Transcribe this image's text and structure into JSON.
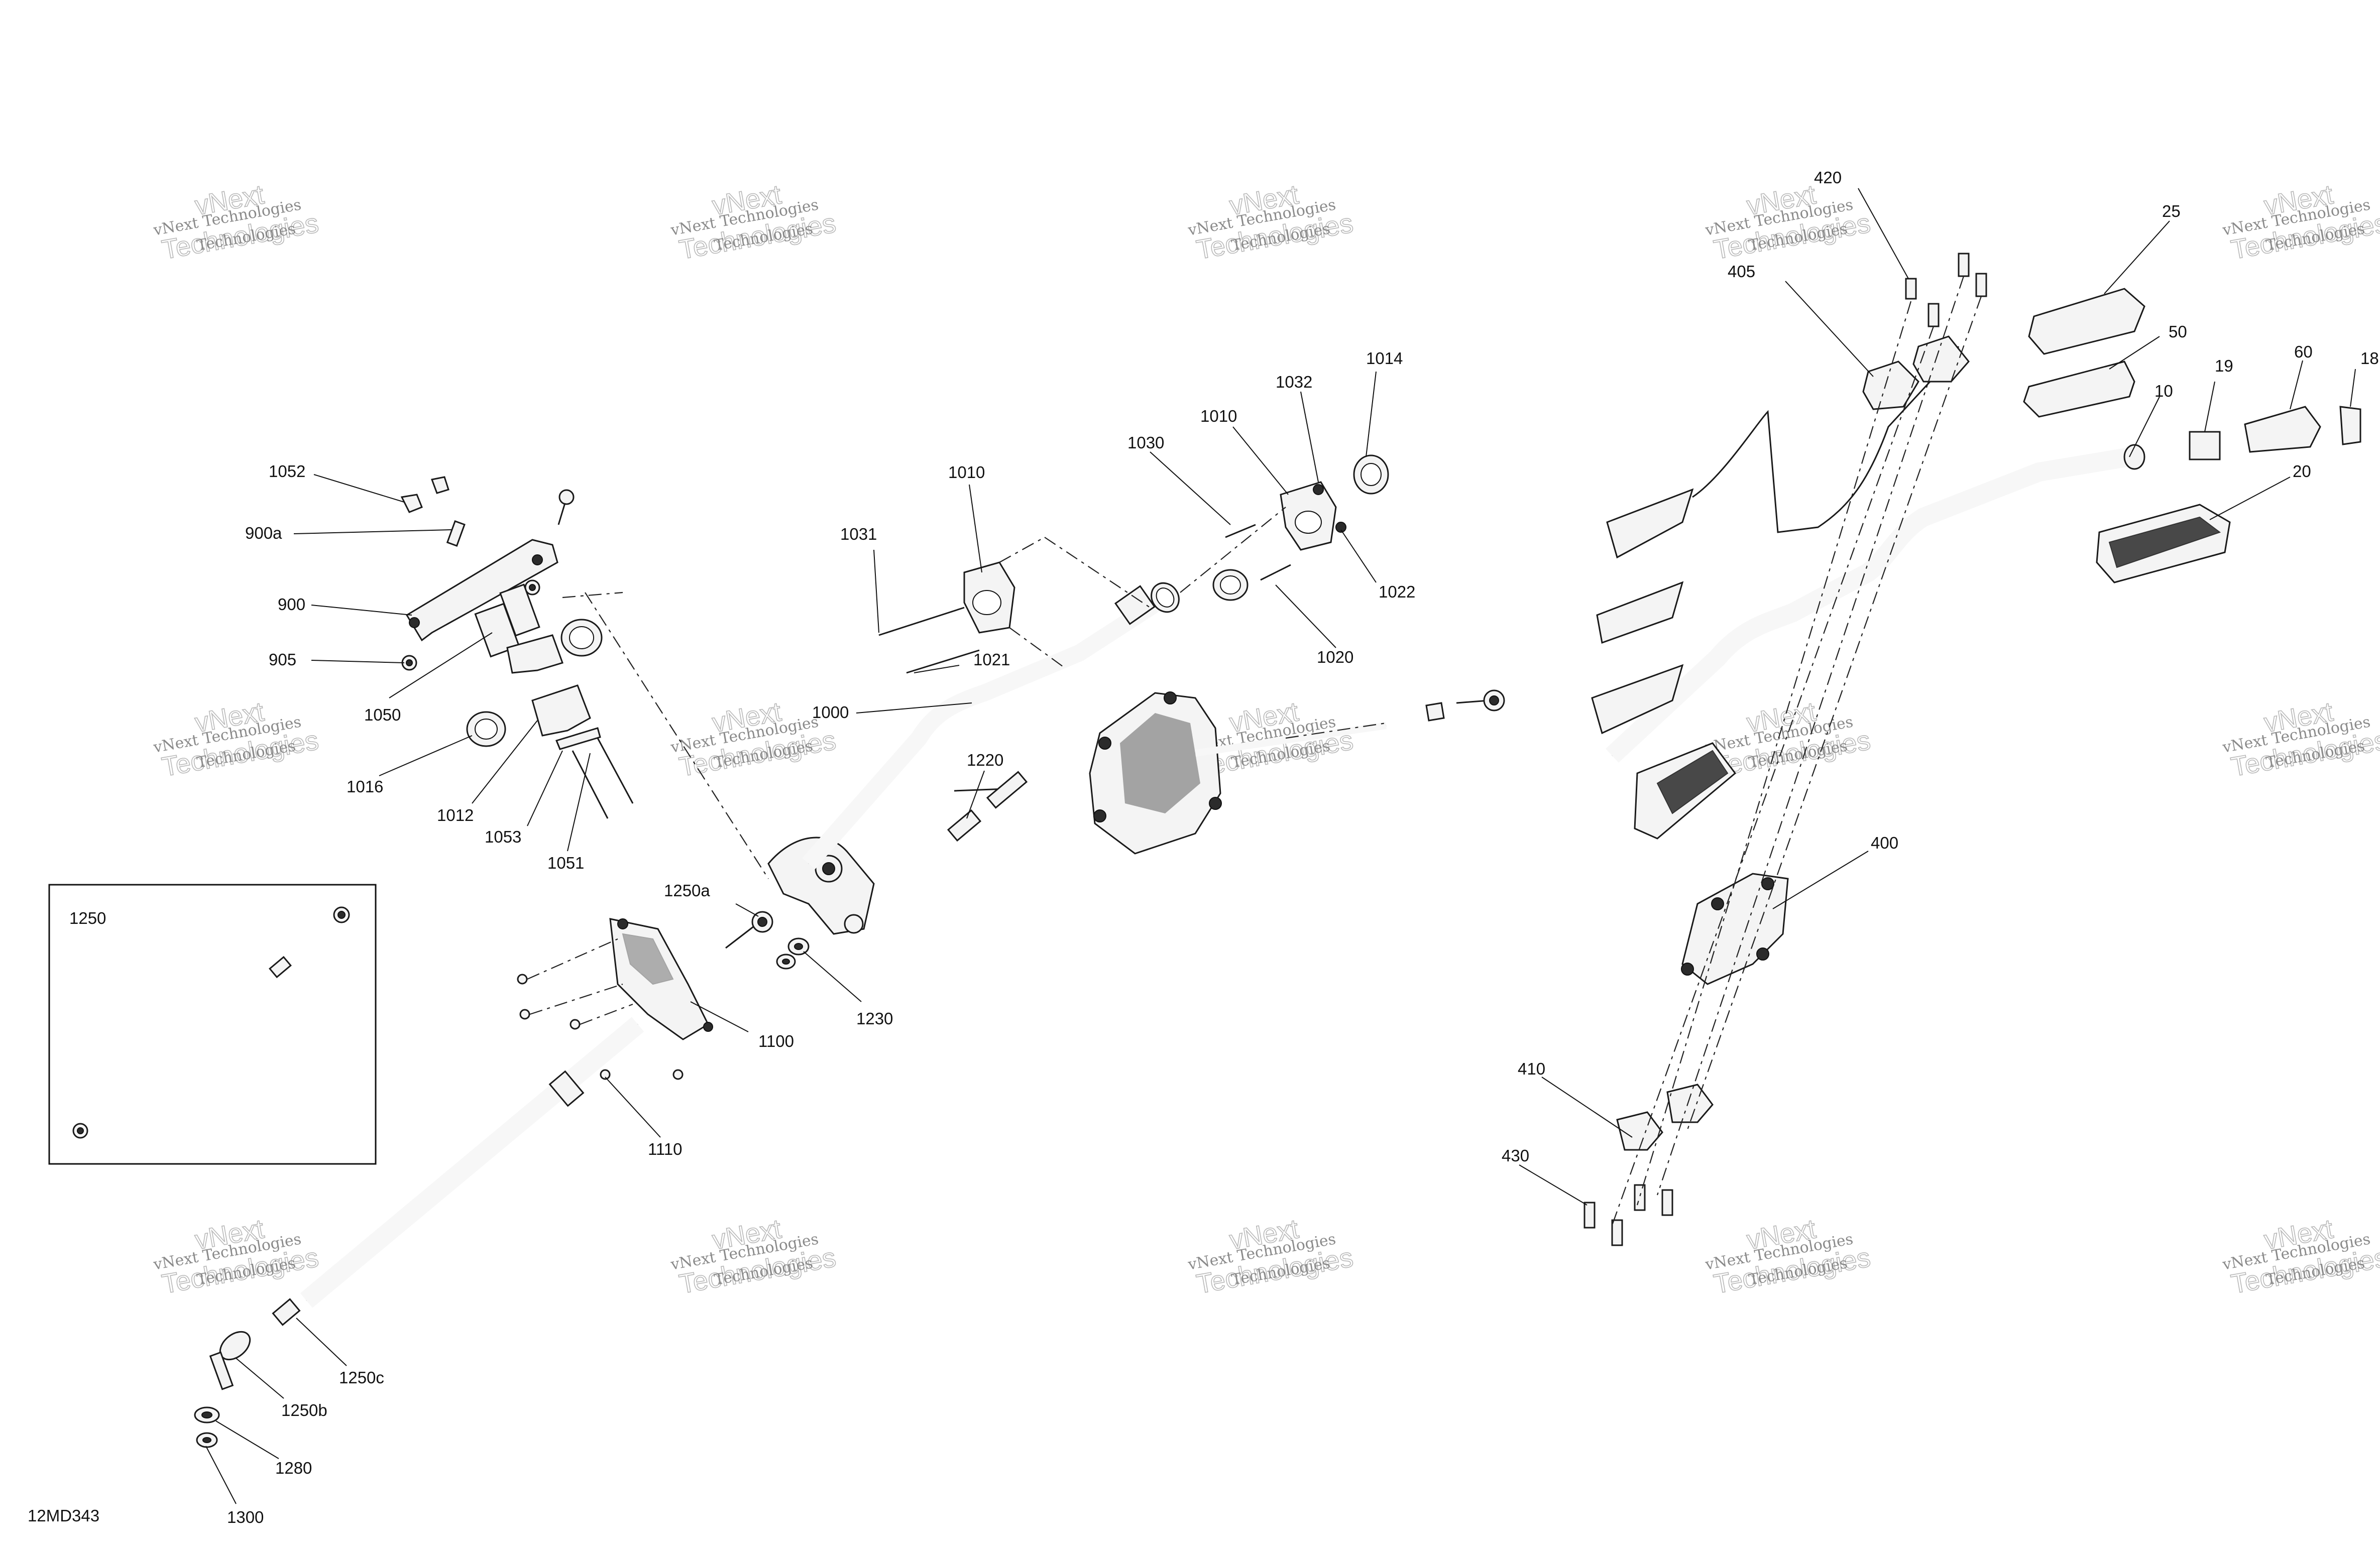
{
  "diagram": {
    "code": "12MD343",
    "inset_label": "1250",
    "watermark": {
      "line1": "vNext Technologies",
      "line2": "vNext",
      "line3": "Technologies"
    },
    "callouts": [
      "420",
      "25",
      "405",
      "50",
      "19",
      "60",
      "18",
      "10",
      "20",
      "400",
      "410",
      "430",
      "1052",
      "900a",
      "900",
      "905",
      "1050",
      "1016",
      "1012",
      "1053",
      "1051",
      "1010",
      "1031",
      "1021",
      "1000",
      "1220",
      "1250a",
      "1230",
      "1100",
      "1110",
      "1030",
      "1010",
      "1032",
      "1014",
      "1022",
      "1020",
      "1250c",
      "1250b",
      "1280",
      "1300"
    ]
  }
}
